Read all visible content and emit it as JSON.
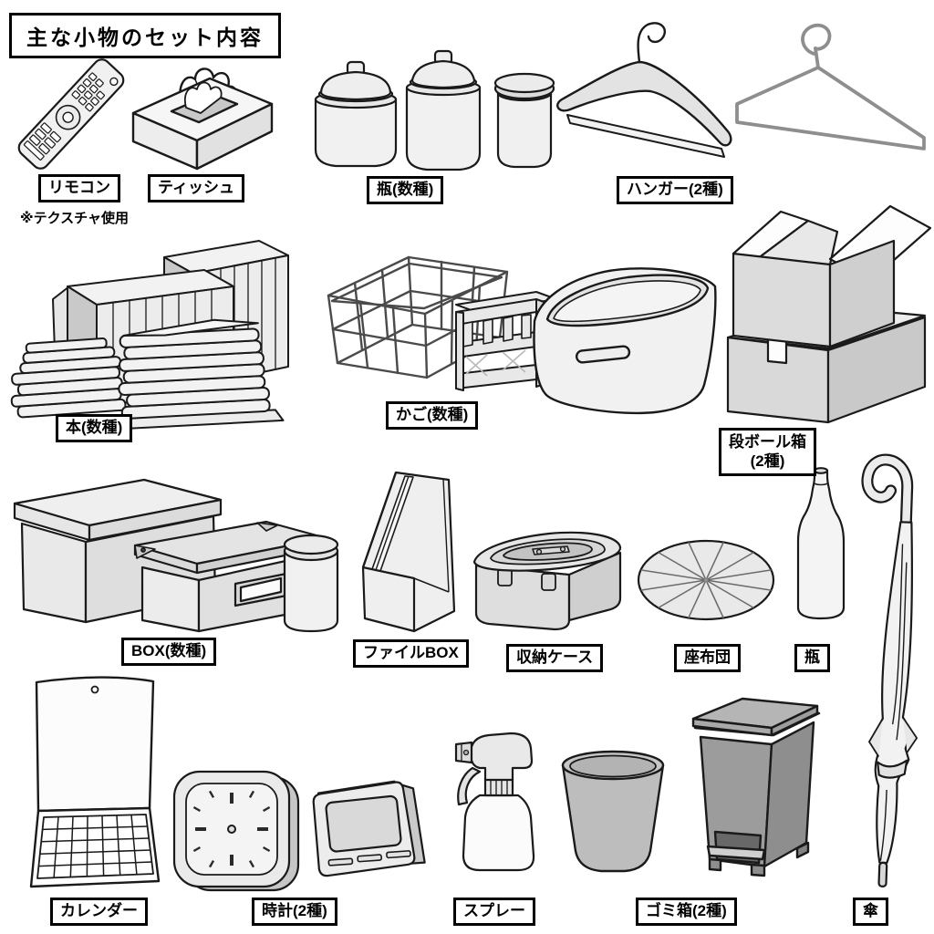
{
  "page": {
    "title": "主な小物のセット内容",
    "palette": {
      "background": "#ffffff",
      "outline": "#1a1a1a",
      "fill_light": "#f1f1f1",
      "fill_mid": "#dedede",
      "fill_dark": "#9c9c9c",
      "label_border": "#000000"
    }
  },
  "items": [
    {
      "id": "remote",
      "label": "リモコン",
      "note": "※テクスチャ使用"
    },
    {
      "id": "tissue",
      "label": "ティッシュ"
    },
    {
      "id": "jars",
      "label": "瓶(数種)"
    },
    {
      "id": "hangers",
      "label": "ハンガー(2種)"
    },
    {
      "id": "books",
      "label": "本(数種)"
    },
    {
      "id": "baskets",
      "label": "かご(数種)"
    },
    {
      "id": "cardboard",
      "label_line1": "段ボール箱",
      "label_line2": "(2種)"
    },
    {
      "id": "boxes",
      "label": "BOX(数種)"
    },
    {
      "id": "filebox",
      "label": "ファイルBOX"
    },
    {
      "id": "storage",
      "label": "収納ケース"
    },
    {
      "id": "cushion",
      "label": "座布団"
    },
    {
      "id": "bottle",
      "label": "瓶"
    },
    {
      "id": "calendar",
      "label": "カレンダー"
    },
    {
      "id": "clocks",
      "label": "時計(2種)"
    },
    {
      "id": "spray",
      "label": "スプレー"
    },
    {
      "id": "trash",
      "label": "ゴミ箱(2種)"
    },
    {
      "id": "umbrella",
      "label": "傘"
    }
  ]
}
